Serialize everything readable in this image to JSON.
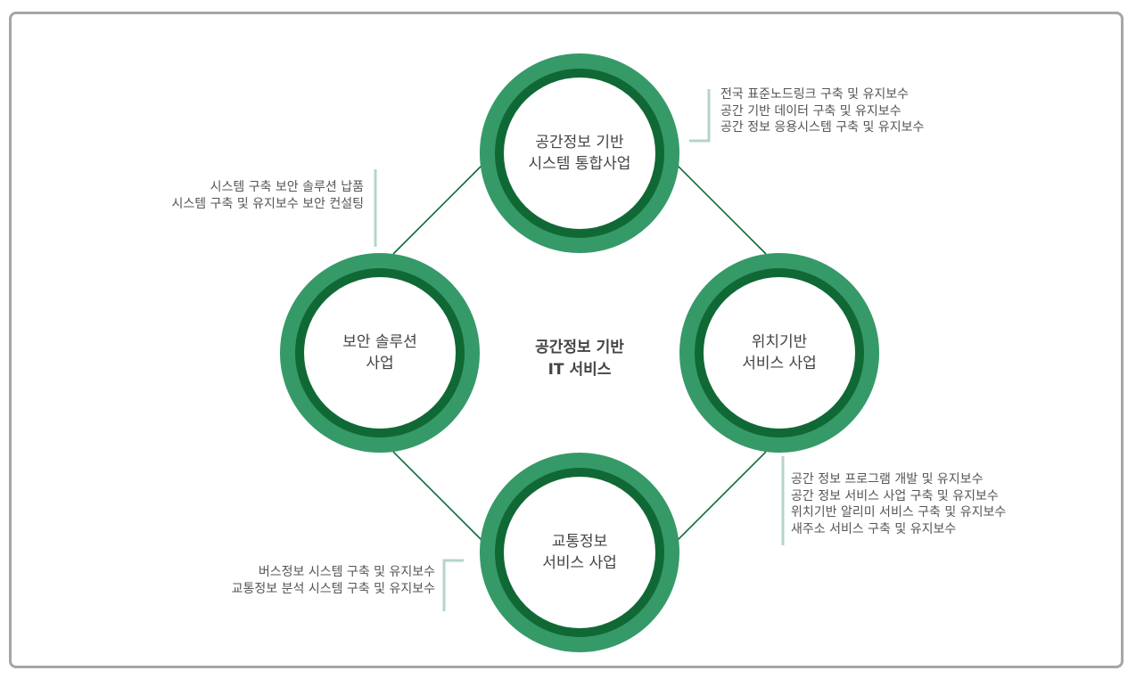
{
  "center_title": [
    "공간정보 기반",
    "IT 서비스"
  ],
  "nodes": {
    "top": {
      "label": [
        "공간정보 기반",
        "시스템 통합사업"
      ],
      "items": [
        "전국 표준노드링크 구축 및 유지보수",
        "공간 기반 데이터 구축 및 유지보수",
        "공간 정보 응용시스템 구축 및 유지보수"
      ]
    },
    "left": {
      "label": [
        "보안 솔루션",
        "사업"
      ],
      "items": [
        "시스템 구축 보안 솔루션 납품",
        "시스템 구축 및 유지보수 보안 컨설팅"
      ]
    },
    "right": {
      "label": [
        "위치기반",
        "서비스 사업"
      ],
      "items": [
        "공간 정보 프로그램 개발 및 유지보수",
        "공간 정보 서비스 사업 구축 및 유지보수",
        "위치기반 알리미 서비스 구축 및 유지보수",
        "새주소 서비스 구축 및 유지보수"
      ]
    },
    "bottom": {
      "label": [
        "교통정보",
        "서비스 사업"
      ],
      "items": [
        "버스정보 시스템 구축 및 유지보수",
        "교통정보 분석 시스템 구축 및 유지보수"
      ]
    }
  },
  "colors": {
    "outer": "#359a68",
    "inner": "#106935",
    "line": "#106935",
    "bracket": "#b5d5c5"
  }
}
